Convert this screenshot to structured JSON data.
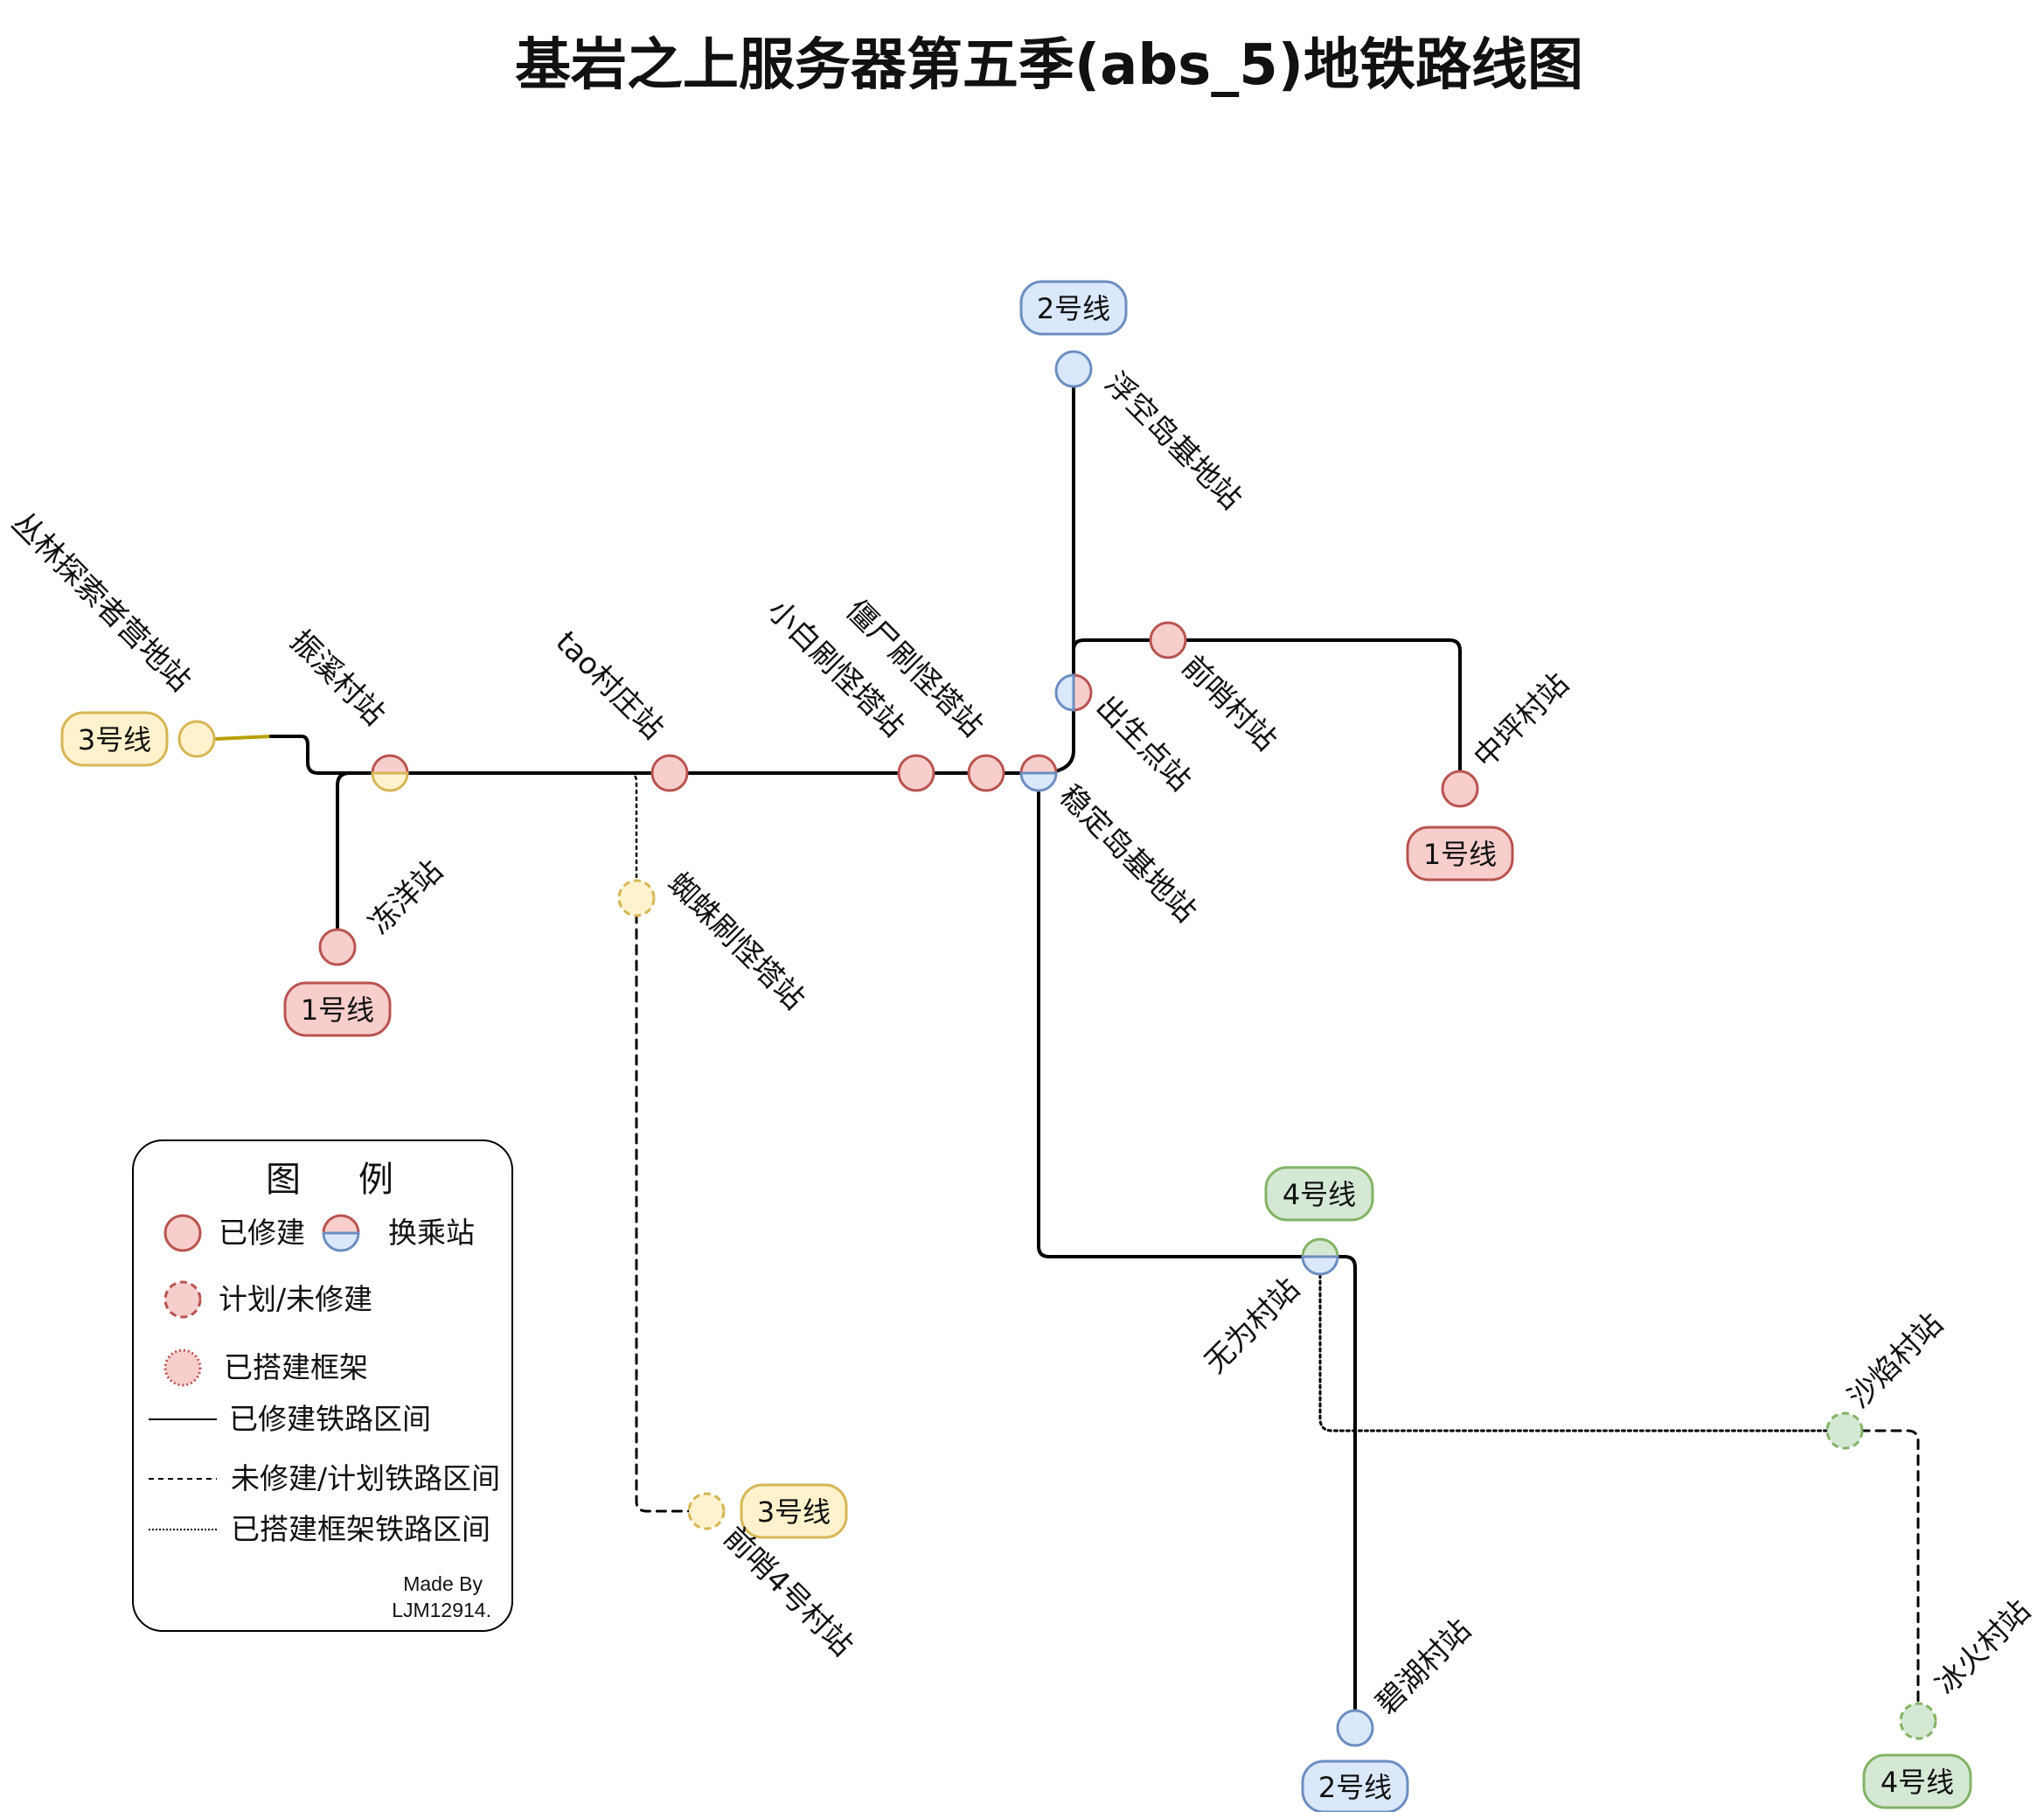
{
  "title": "基岩之上服务器第五季(abs_5)地铁路线图",
  "colors": {
    "line1": {
      "fill": "#f8cecc",
      "stroke": "#b85450"
    },
    "line2": {
      "fill": "#dae8fc",
      "stroke": "#6c8ebf"
    },
    "line3": {
      "fill": "#fff2cc",
      "stroke": "#d6b656"
    },
    "line4": {
      "fill": "#d5e8d4",
      "stroke": "#82b366"
    },
    "track": "#000000",
    "line3_spur": "#b8a000"
  },
  "line_tags": {
    "l2_top": "2号线",
    "l3_left": "3号线",
    "l1_right": "1号线",
    "l1_bottom": "1号线",
    "l4_top": "4号线",
    "l3_bottom": "3号线",
    "l2_bottom": "2号线",
    "l4_bottom": "4号线"
  },
  "stations": {
    "fukongdao": "浮空岛基地站",
    "conglin": "丛林探索者营地站",
    "zhenxi": "振溪村站",
    "tao": "tao村庄站",
    "xiaobai": "小白刷怪塔站",
    "jiangshi": "僵尸刷怪塔站",
    "chusheng": "出生点站",
    "wending": "稳定岛基地站",
    "qianshao": "前哨村站",
    "zhongping": "中坪村站",
    "dongyang": "冻洋站",
    "zhizhu": "蜘蛛刷怪塔站",
    "wuwei": "无为村站",
    "shaxian": "沙焰村站",
    "qianshao4": "前哨4号村站",
    "bihu": "碧湖村站",
    "binghuo": "冰火村站"
  },
  "legend": {
    "title_a": "图",
    "title_b": "例",
    "built": "已修建",
    "interchange": "换乘站",
    "planned": "计划/未修建",
    "framework": "已搭建框架",
    "built_track": "已修建铁路区间",
    "planned_track": "未修建/计划铁路区间",
    "framework_track": "已搭建框架铁路区间",
    "credit_a": "Made By",
    "credit_b": "LJM12914."
  }
}
